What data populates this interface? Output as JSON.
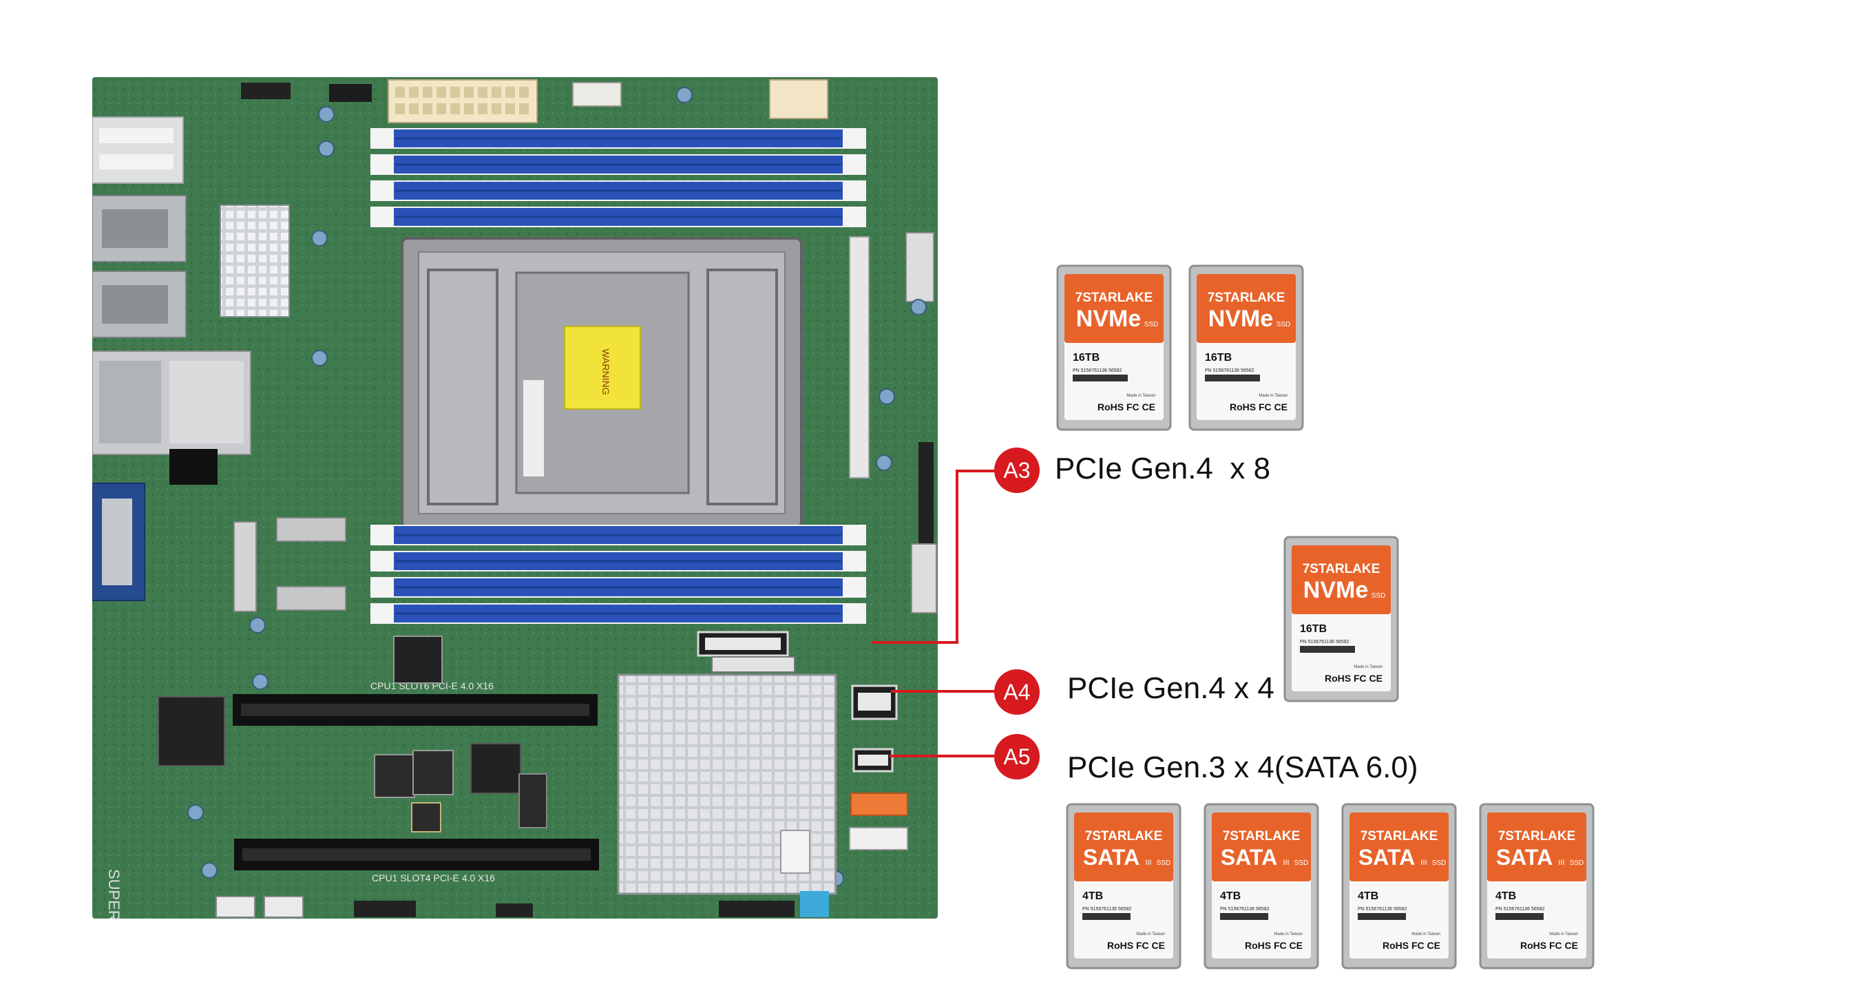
{
  "callouts": [
    {
      "badge": "A3",
      "label": "PCIe Gen.4  x 8"
    },
    {
      "badge": "A4",
      "label": "PCIe Gen.4 x 4"
    },
    {
      "badge": "A5",
      "label": "PCIe Gen.3 x 4(SATA 6.0)"
    }
  ],
  "board": {
    "brand_vertical": "SUPER",
    "warning_text": "WARNING",
    "slot_label_top": "CPU1 SLOT6 PCI-E 4.0 X16",
    "slot_label_bottom": "CPU1 SLOT4 PCI-E 4.0 X16"
  },
  "ssd": {
    "brand": "7STARLAKE",
    "nvme_word": "NVMe",
    "sata_word": "SATA",
    "sata_gen": "III",
    "ssd_word": "SSD",
    "nvme_capacity": "16TB",
    "sata_capacity": "4TB",
    "pn": "PN 5156761136 56582",
    "made_in": "Made in Taiwan",
    "certs": "RoHS FC CE"
  },
  "colors": {
    "callout_red": "#d71920",
    "ssd_orange": "#e8632a",
    "pcb_green": "#3f7a4e",
    "dimm_blue": "#2a52b8"
  }
}
